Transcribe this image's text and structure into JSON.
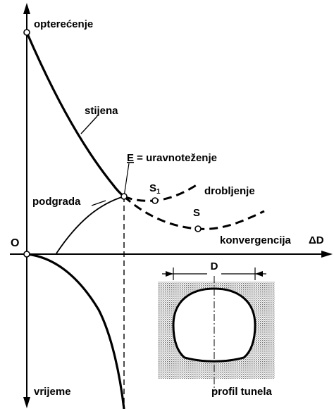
{
  "axes": {
    "y_top_label": "opterećenje",
    "y_bottom_label": "vrijeme",
    "origin_label": "O",
    "x_label": "konvergencija",
    "x_delta_label": "ΔD"
  },
  "curves": {
    "rock": "stijena",
    "support": "podgrada",
    "crushing": "drobljenje",
    "point_s1_main": "S",
    "point_s1_sub": "1",
    "point_s": "S"
  },
  "equilibrium": {
    "letter": "E",
    "text": " = uravnoteženje"
  },
  "tunnel": {
    "dimension": "D",
    "caption": "profil tunela",
    "hatch_color": "#bdbdbd"
  }
}
